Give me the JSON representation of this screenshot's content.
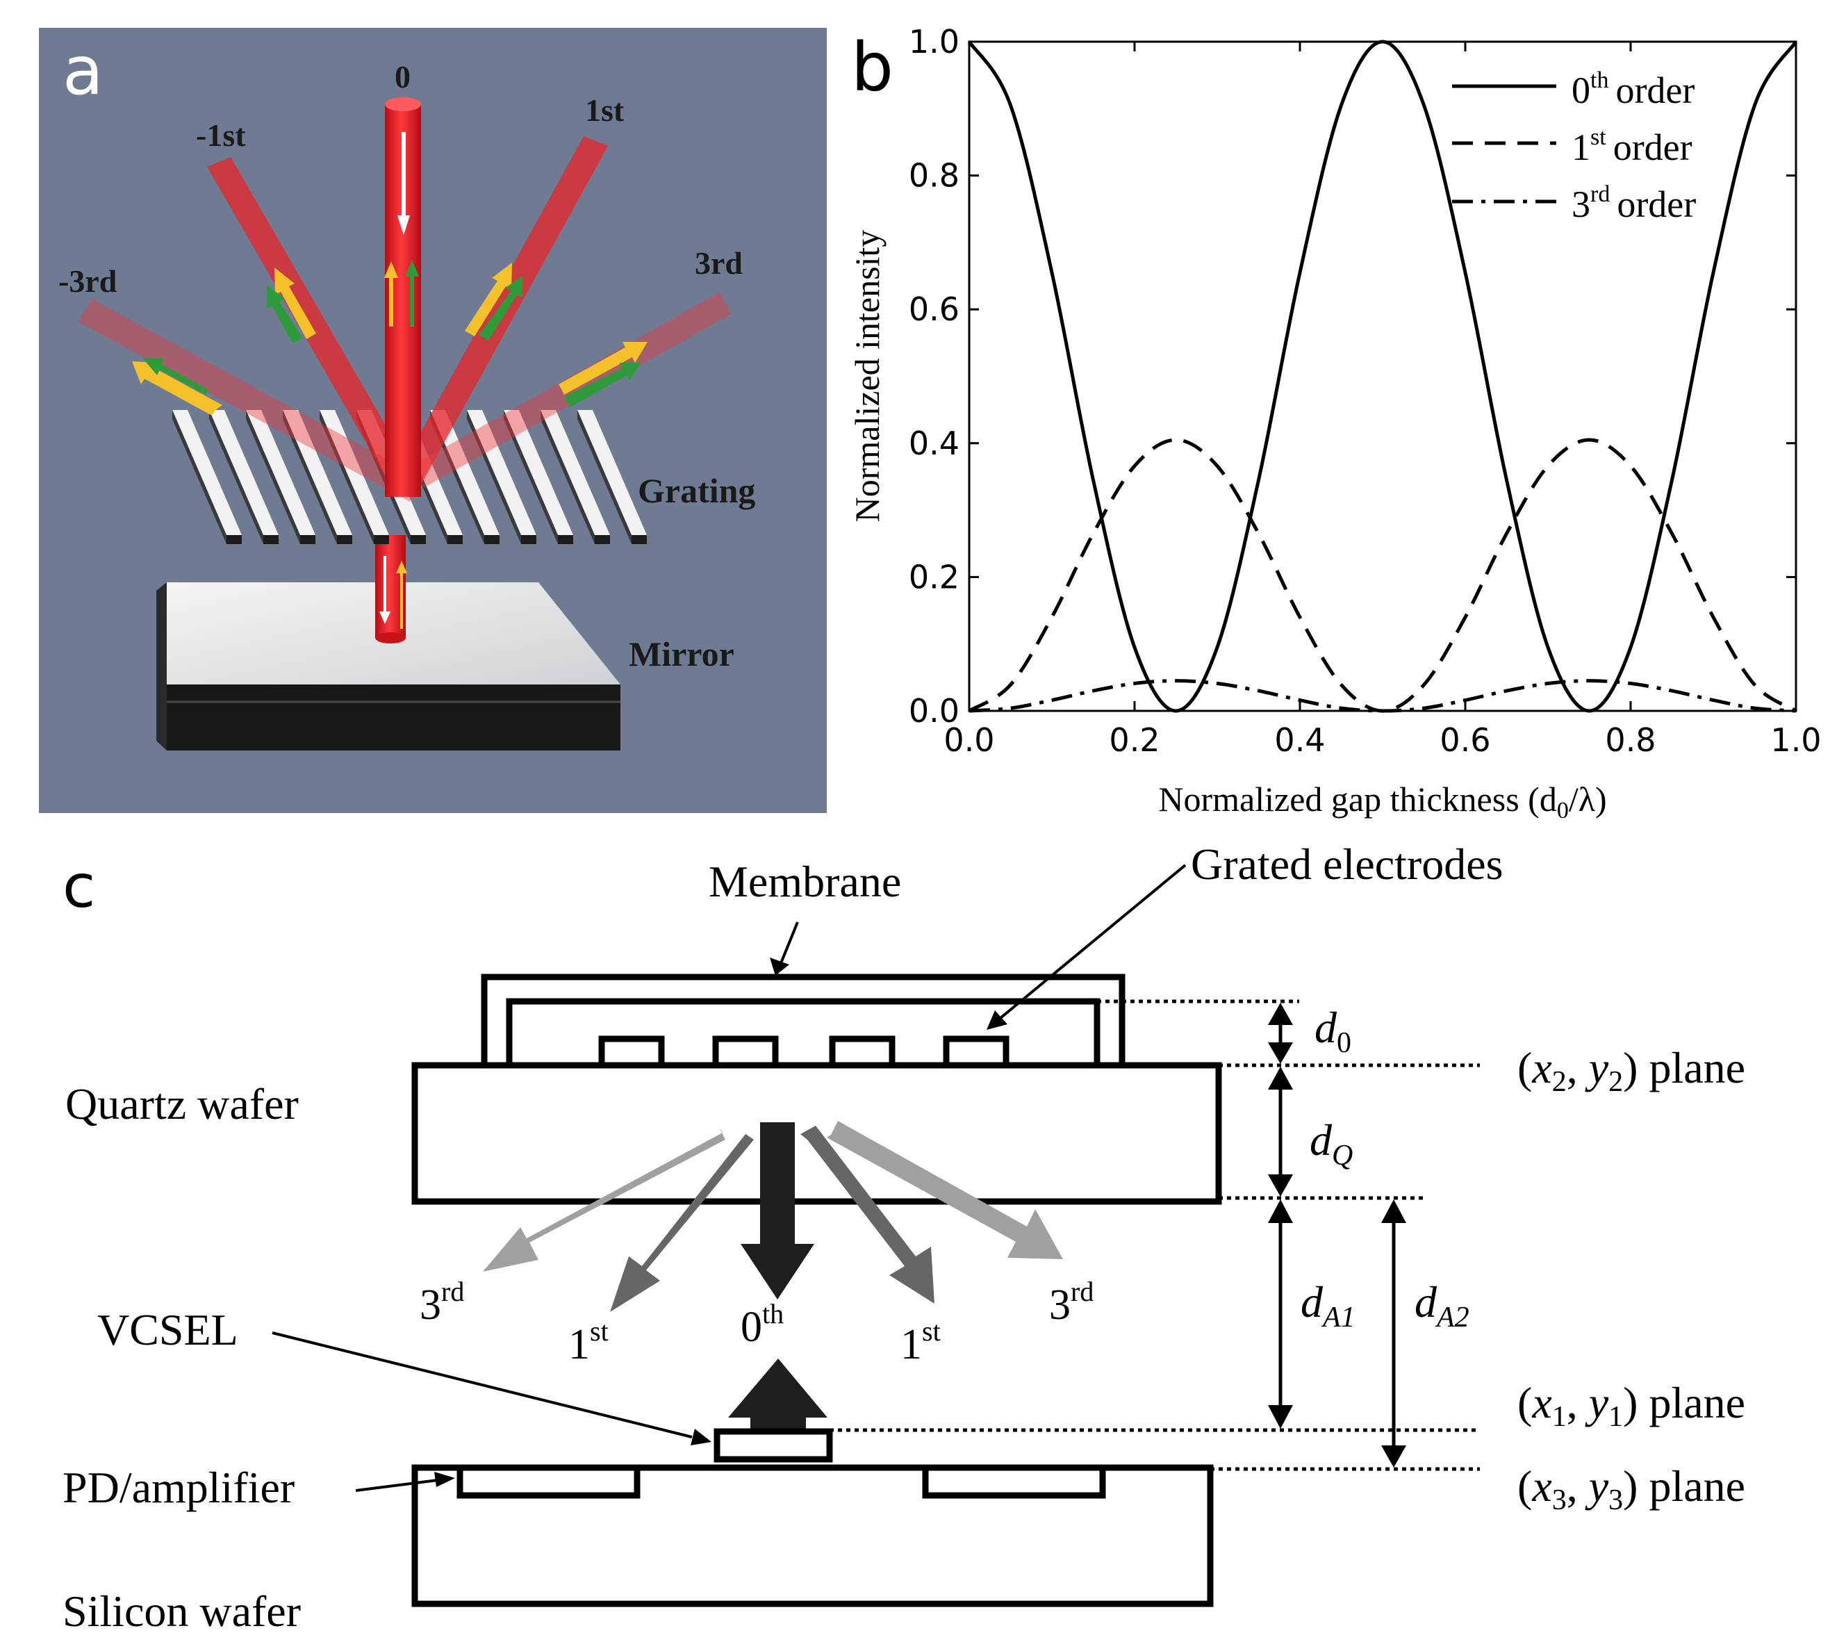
{
  "colors": {
    "panel_a_background": "#6f7b93",
    "beam": "#e0161b",
    "arrow_yellow": "#f4c12a",
    "arrow_green": "#2e9b3a",
    "arrow_white": "#ffffff",
    "arrow_light_gray": "#a0a0a0",
    "arrow_mid_gray": "#666666",
    "arrow_dark": "#1e1e1e"
  },
  "panel_a": {
    "letter": "a",
    "beams": [
      {
        "label": "0"
      },
      {
        "label": "1st"
      },
      {
        "label": "-1st"
      },
      {
        "label": "3rd"
      },
      {
        "label": "-3rd"
      }
    ],
    "grating_label": "Grating",
    "mirror_label": "Mirror"
  },
  "panel_b": {
    "letter": "b",
    "legend": [
      {
        "base": "0",
        "sup": "th",
        "word": "order"
      },
      {
        "base": "1",
        "sup": "st",
        "word": "order"
      },
      {
        "base": "3",
        "sup": "rd",
        "word": "order"
      }
    ]
  },
  "chart_data": {
    "type": "line",
    "xlabel": "Normalized gap thickness (d",
    "xlabel_sub": "0",
    "xlabel_end": "/λ)",
    "ylabel": "Normalized intensity",
    "xlim": [
      0.0,
      1.0
    ],
    "ylim": [
      0.0,
      1.0
    ],
    "xticks": [
      "0.0",
      "0.2",
      "0.4",
      "0.6",
      "0.8",
      "1.0"
    ],
    "yticks": [
      "0.0",
      "0.2",
      "0.4",
      "0.6",
      "0.8",
      "1.0"
    ],
    "legend_position": "top-right",
    "grid": false,
    "series": [
      {
        "style": "solid",
        "x": [
          0.0,
          0.05,
          0.1,
          0.15,
          0.2,
          0.25,
          0.3,
          0.35,
          0.4,
          0.45,
          0.5,
          0.55,
          0.6,
          0.65,
          0.7,
          0.75,
          0.8,
          0.85,
          0.9,
          0.95,
          1.0
        ],
        "y": [
          1.0,
          0.905,
          0.655,
          0.345,
          0.095,
          0.0,
          0.095,
          0.345,
          0.655,
          0.905,
          1.0,
          0.905,
          0.655,
          0.345,
          0.095,
          0.0,
          0.095,
          0.345,
          0.655,
          0.905,
          1.0
        ]
      },
      {
        "style": "dashed",
        "x": [
          0.0,
          0.05,
          0.1,
          0.15,
          0.2,
          0.25,
          0.3,
          0.35,
          0.4,
          0.45,
          0.5,
          0.55,
          0.6,
          0.65,
          0.7,
          0.75,
          0.8,
          0.85,
          0.9,
          0.95,
          1.0
        ],
        "y": [
          0.0,
          0.039,
          0.14,
          0.265,
          0.366,
          0.405,
          0.366,
          0.265,
          0.14,
          0.039,
          0.0,
          0.039,
          0.14,
          0.265,
          0.366,
          0.405,
          0.366,
          0.265,
          0.14,
          0.039,
          0.0
        ]
      },
      {
        "style": "dashdot",
        "x": [
          0.0,
          0.05,
          0.1,
          0.15,
          0.2,
          0.25,
          0.3,
          0.35,
          0.4,
          0.45,
          0.5,
          0.55,
          0.6,
          0.65,
          0.7,
          0.75,
          0.8,
          0.85,
          0.9,
          0.95,
          1.0
        ],
        "y": [
          0.0,
          0.004,
          0.016,
          0.03,
          0.041,
          0.045,
          0.041,
          0.03,
          0.016,
          0.004,
          0.0,
          0.004,
          0.016,
          0.03,
          0.041,
          0.045,
          0.041,
          0.03,
          0.016,
          0.004,
          0.0
        ]
      }
    ]
  },
  "panel_c": {
    "letter": "c",
    "membrane_label": "Membrane",
    "electrodes_label": "Grated electrodes",
    "quartz_label": "Quartz wafer",
    "vcsel_label": "VCSEL",
    "pd_label": "PD/amplifier",
    "silicon_label": "Silicon wafer",
    "orders": [
      {
        "base": "3",
        "sup": "rd"
      },
      {
        "base": "1",
        "sup": "st"
      },
      {
        "base": "0",
        "sup": "th"
      },
      {
        "base": "1",
        "sup": "st"
      },
      {
        "base": "3",
        "sup": "rd"
      }
    ],
    "dims": {
      "d0": {
        "var": "d",
        "sub": "0"
      },
      "dQ": {
        "var": "d",
        "sub": "Q"
      },
      "dA1": {
        "var": "d",
        "sub": "A1"
      },
      "dA2": {
        "var": "d",
        "sub": "A2"
      }
    },
    "planes": [
      {
        "open": "(",
        "x": "x",
        "xsub": "2",
        "comma": ", ",
        "y": "y",
        "ysub": "2",
        "close": ")",
        "word": " plane"
      },
      {
        "open": "(",
        "x": "x",
        "xsub": "1",
        "comma": ", ",
        "y": "y",
        "ysub": "1",
        "close": ")",
        "word": " plane"
      },
      {
        "open": "(",
        "x": "x",
        "xsub": "3",
        "comma": ", ",
        "y": "y",
        "ysub": "3",
        "close": ")",
        "word": " plane"
      }
    ]
  }
}
